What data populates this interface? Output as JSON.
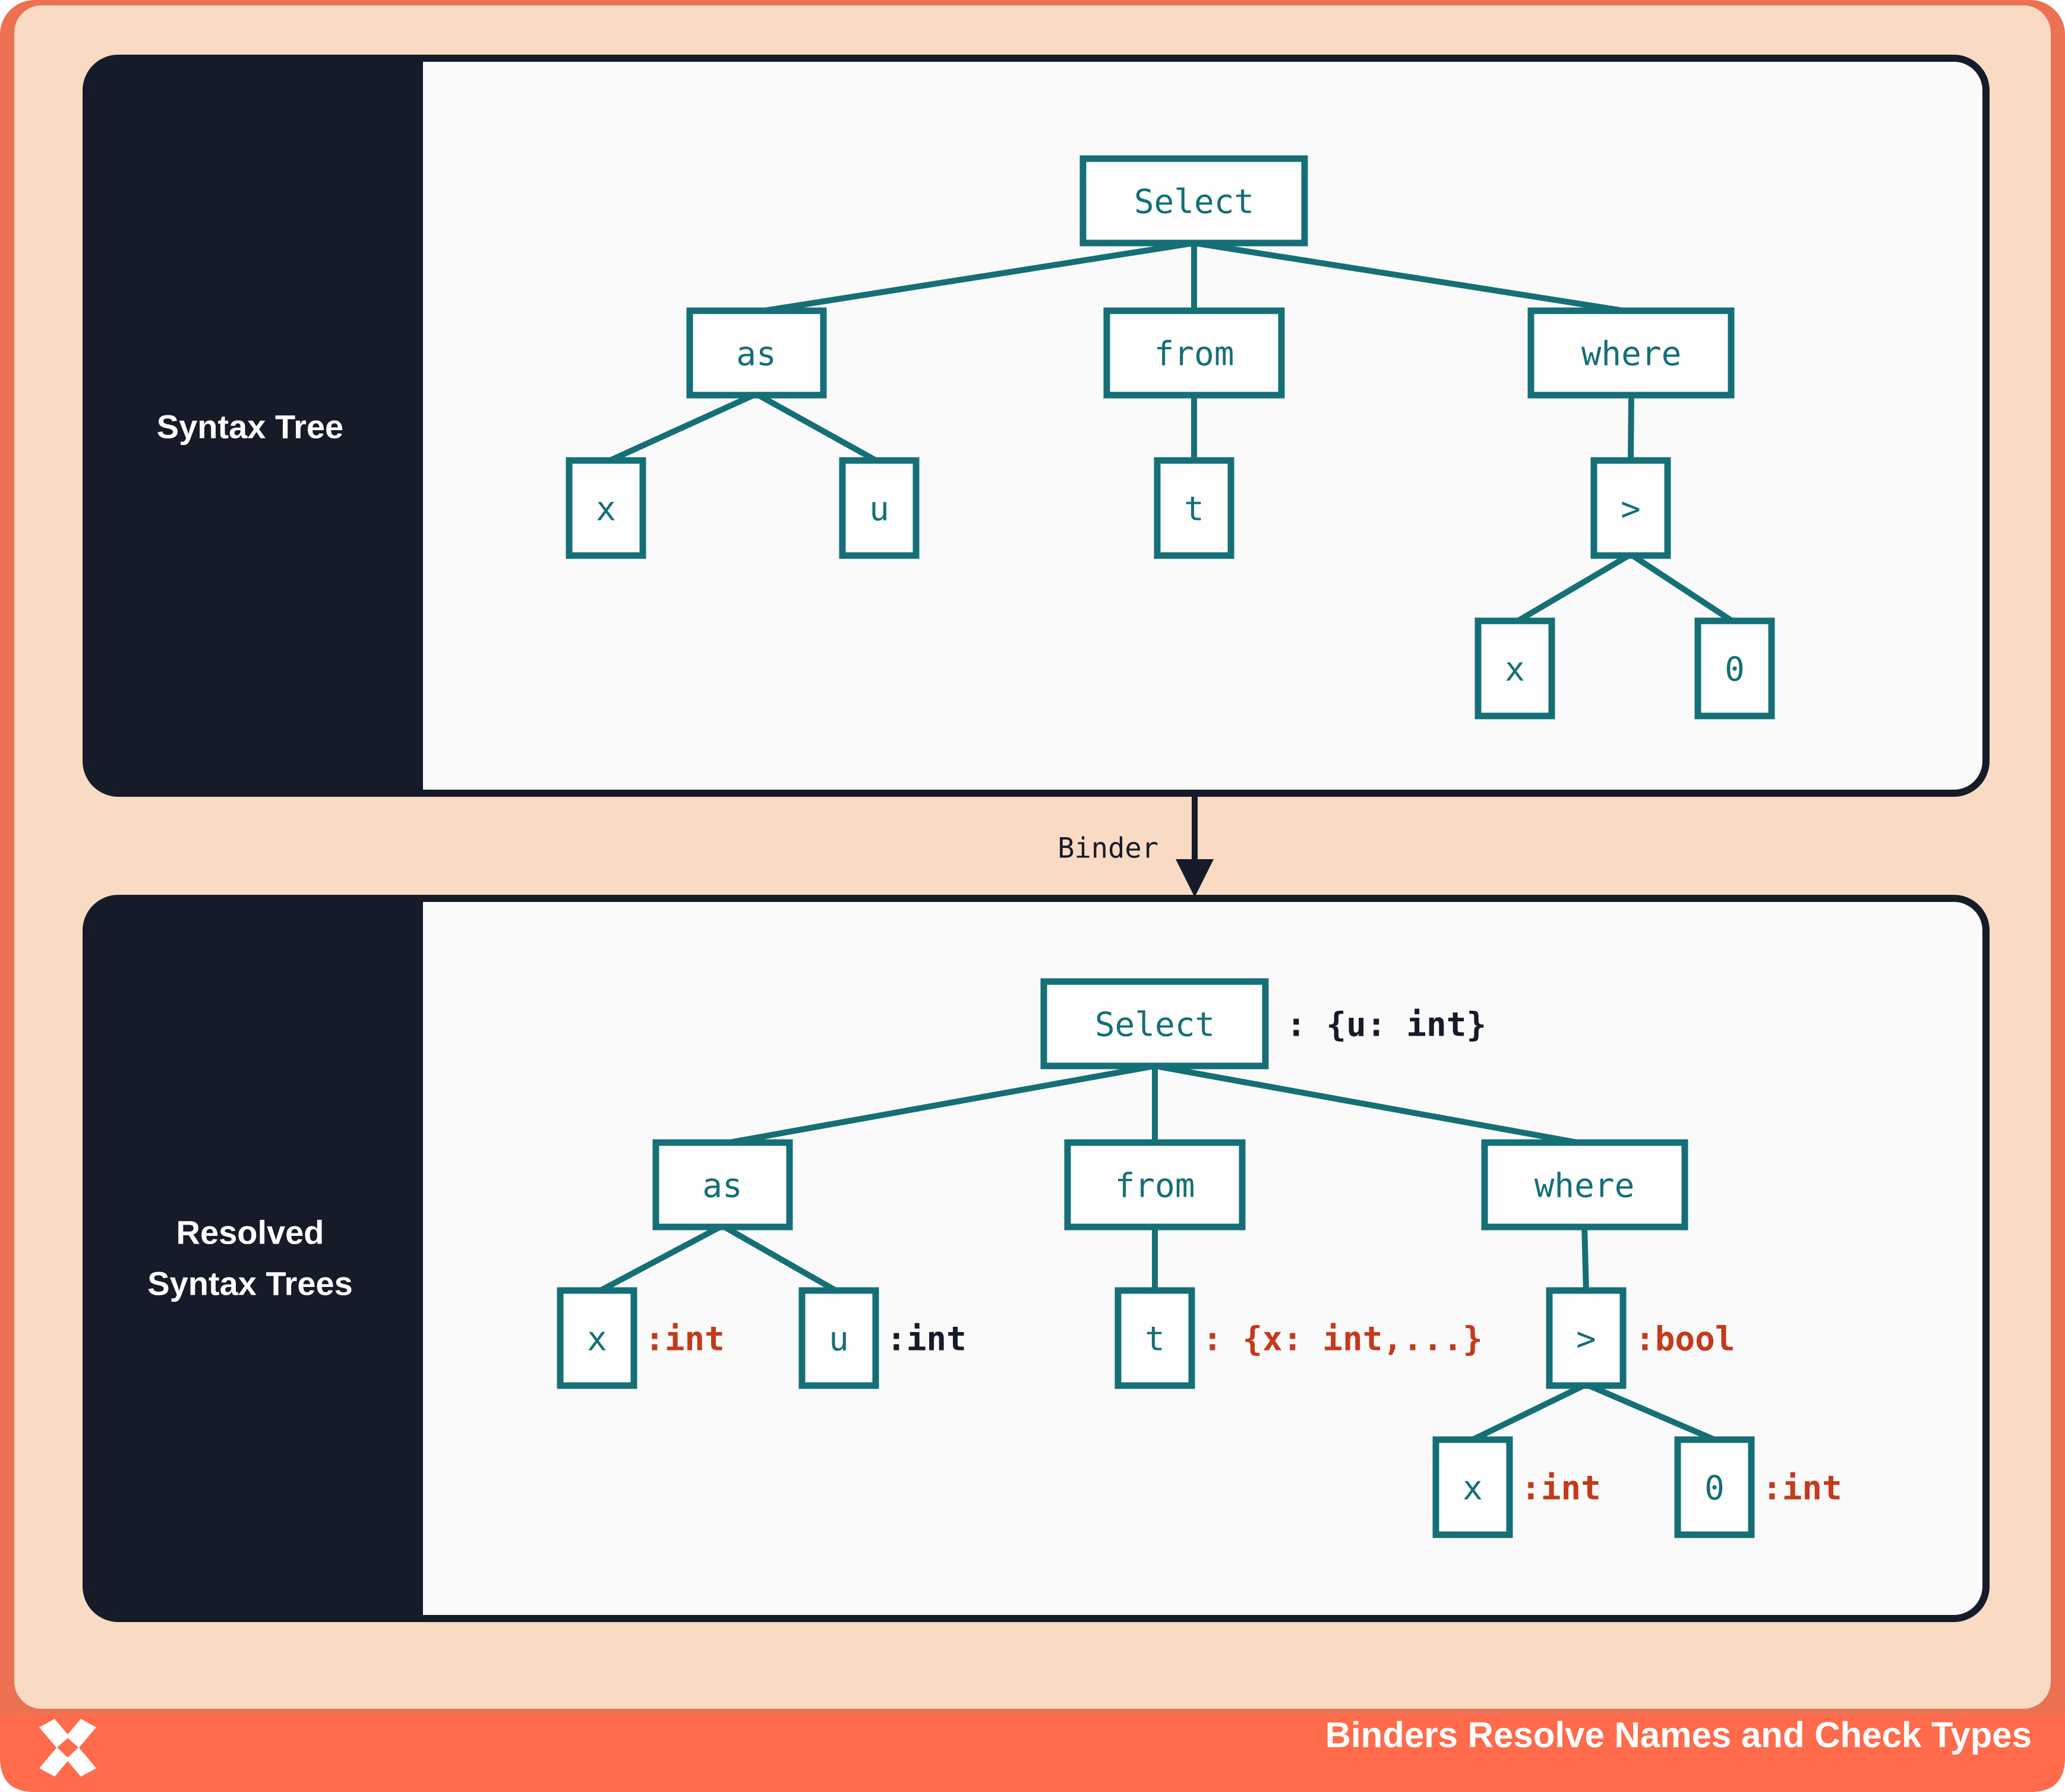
{
  "colors": {
    "frame_coral": "#EC7152",
    "footer_coral": "#FF6B4B",
    "peach": "#F8DBC2",
    "navy": "#151B29",
    "panel_bg": "#FAFAFA",
    "teal": "#156F77",
    "red": "#C43A1B",
    "white": "#FFFFFF"
  },
  "top_panel": {
    "sidebar_label": "Syntax Tree",
    "nodes": {
      "select": "Select",
      "as": "as",
      "from": "from",
      "where": "where",
      "x1": "x",
      "u": "u",
      "t": "t",
      "gt": ">",
      "x2": "x",
      "zero": "0"
    }
  },
  "binder": {
    "label": "Binder"
  },
  "bottom_panel": {
    "sidebar_label_line1": "Resolved",
    "sidebar_label_line2": "Syntax Trees",
    "nodes": {
      "select": "Select",
      "as": "as",
      "from": "from",
      "where": "where",
      "x1": "x",
      "u": "u",
      "t": "t",
      "gt": ">",
      "x2": "x",
      "zero": "0"
    },
    "annotations": {
      "select": ": {u: int}",
      "x1": ":int",
      "u": ":int",
      "t": ": {x: int,...}",
      "gt": ":bool",
      "x2": ":int",
      "zero": ":int"
    }
  },
  "footer": {
    "title": "Binders Resolve Names and Check Types",
    "logo": "x-logo"
  }
}
